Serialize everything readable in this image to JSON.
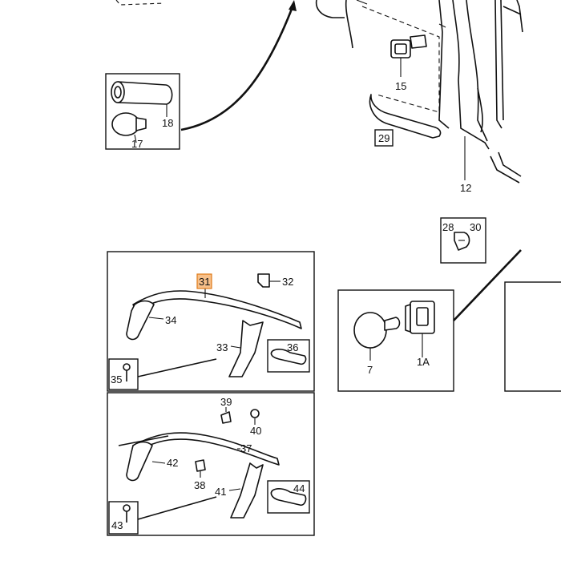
{
  "labels": {
    "p18": "18",
    "p17": "17",
    "p15": "15",
    "p29": "29",
    "p12": "12",
    "p28": "28",
    "p30": "30",
    "p31": "31",
    "p32": "32",
    "p34": "34",
    "p33": "33",
    "p36": "36",
    "p35": "35",
    "p7": "7",
    "p1a": "1A",
    "p39": "39",
    "p40": "40",
    "p37": "37",
    "p42": "42",
    "p38": "38",
    "p41": "41",
    "p44": "44",
    "p43": "43"
  },
  "highlight_color": "#f7c08a",
  "highlighted_part": "31"
}
